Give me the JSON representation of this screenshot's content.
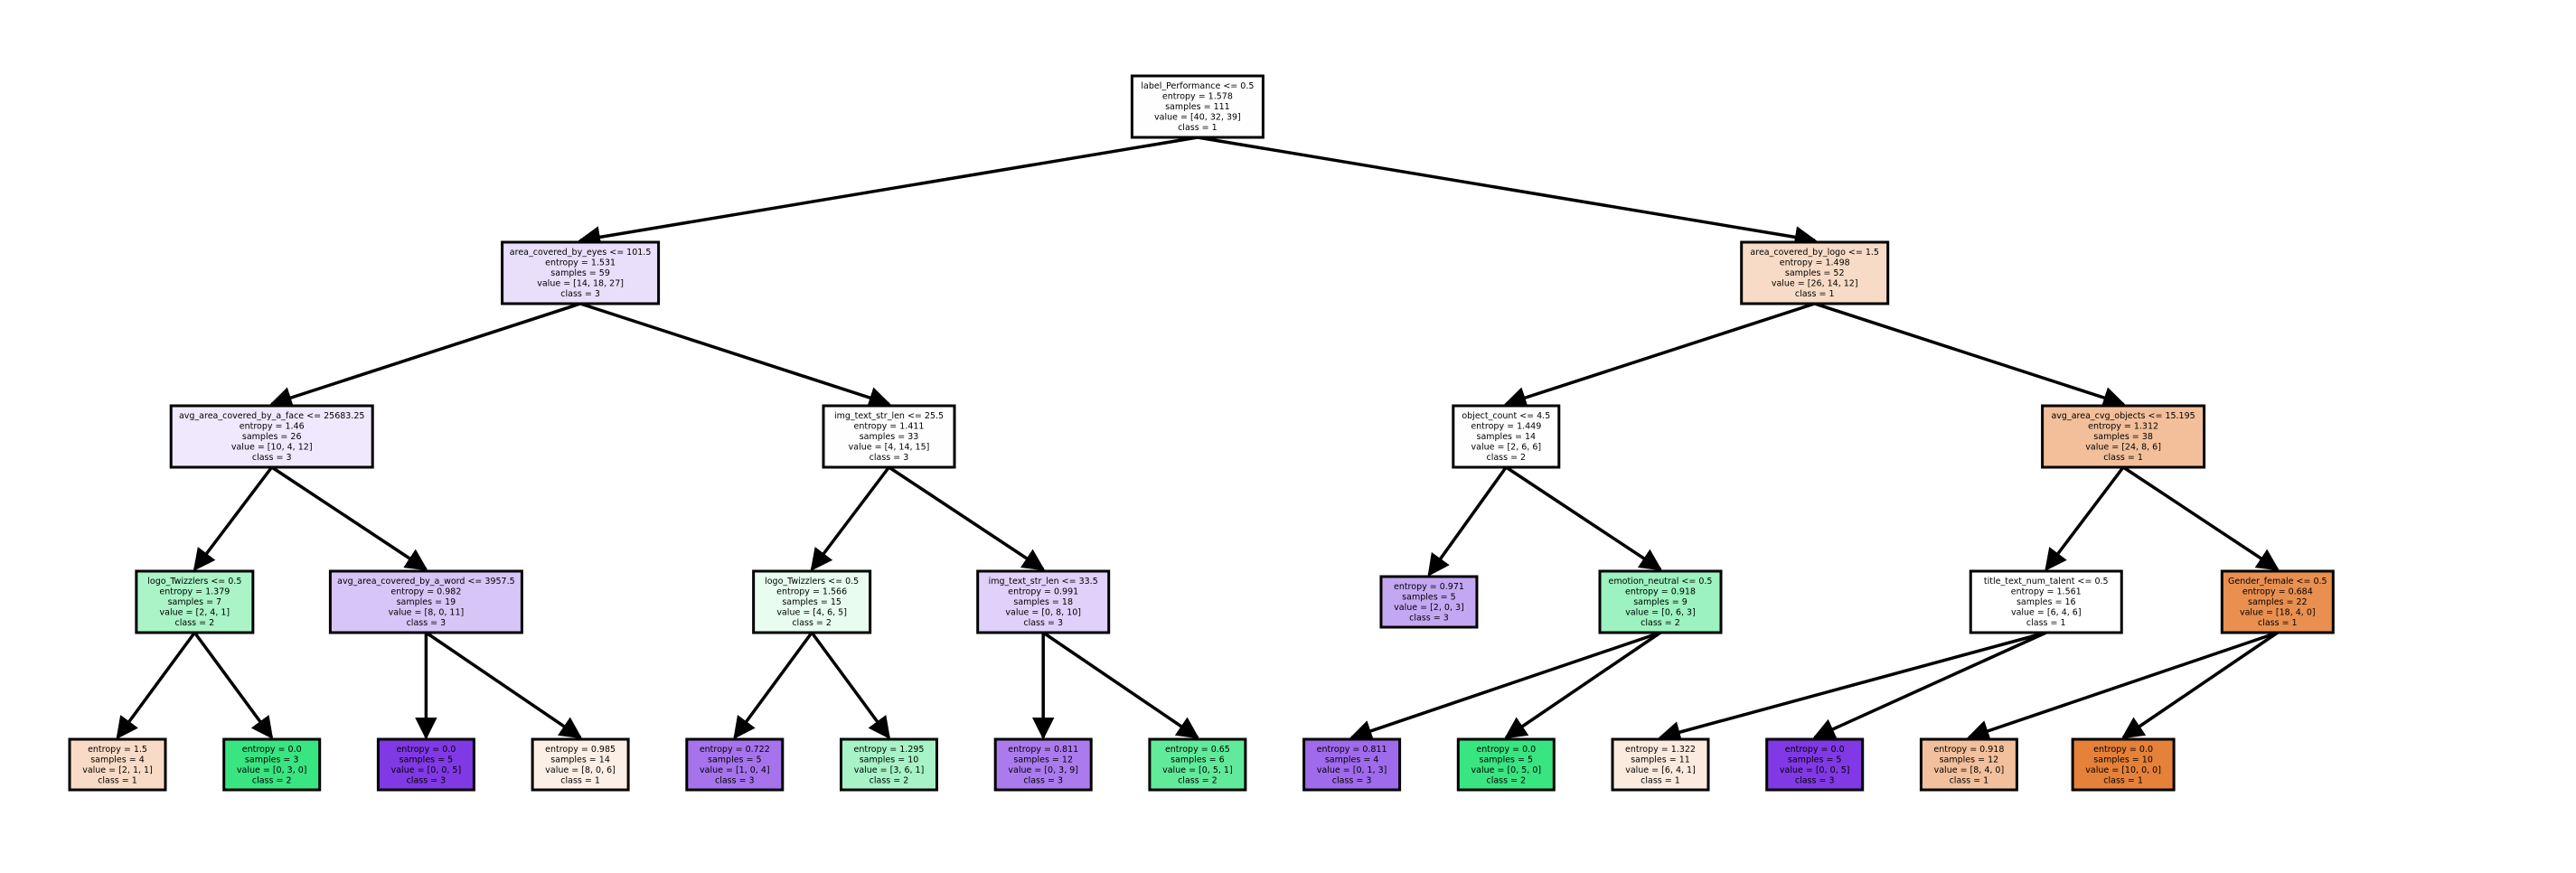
{
  "tree": {
    "nodes": [
      {
        "id": "n0",
        "depth": 0,
        "pos": 7,
        "fill": "#fefefe",
        "lines": [
          "label_Performance <= 0.5",
          "entropy = 1.578",
          "samples = 111",
          "value = [40, 32, 39]",
          "class = 1"
        ]
      },
      {
        "id": "n1",
        "depth": 1,
        "pos": 3,
        "fill": "#e9dffb",
        "lines": [
          "area_covered_by_eyes <= 101.5",
          "entropy = 1.531",
          "samples = 59",
          "value = [14, 18, 27]",
          "class = 3"
        ]
      },
      {
        "id": "n2",
        "depth": 1,
        "pos": 11,
        "fill": "#f8dbc6",
        "lines": [
          "area_covered_by_logo <= 1.5",
          "entropy = 1.498",
          "samples = 52",
          "value = [26, 14, 12]",
          "class = 1"
        ]
      },
      {
        "id": "n3",
        "depth": 2,
        "pos": 1,
        "fill": "#f0e8fc",
        "lines": [
          "avg_area_covered_by_a_face <= 25683.25",
          "entropy = 1.46",
          "samples = 26",
          "value = [10, 4, 12]",
          "class = 3"
        ]
      },
      {
        "id": "n4",
        "depth": 2,
        "pos": 5,
        "fill": "#fefeff",
        "lines": [
          "img_text_str_len <= 25.5",
          "entropy = 1.411",
          "samples = 33",
          "value = [4, 14, 15]",
          "class = 3"
        ]
      },
      {
        "id": "n5",
        "depth": 2,
        "pos": 9,
        "fill": "#fefefe",
        "lines": [
          "object_count <= 4.5",
          "entropy = 1.449",
          "samples = 14",
          "value = [2, 6, 6]",
          "class = 2"
        ]
      },
      {
        "id": "n6",
        "depth": 2,
        "pos": 13,
        "fill": "#f2bf9a",
        "lines": [
          "avg_area_cvg_objects <= 15.195",
          "entropy = 1.312",
          "samples = 38",
          "value = [24, 8, 6]",
          "class = 1"
        ]
      },
      {
        "id": "n7",
        "depth": 3,
        "pos": 0.5,
        "fill": "#aaf4c8",
        "lines": [
          "logo_Twizzlers <= 0.5",
          "entropy = 1.379",
          "samples = 7",
          "value = [2, 4, 1]",
          "class = 2"
        ]
      },
      {
        "id": "n8",
        "depth": 3,
        "pos": 2,
        "fill": "#d7c5f7",
        "lines": [
          "avg_area_covered_by_a_word <= 3957.5",
          "entropy = 0.982",
          "samples = 19",
          "value = [8, 0, 11]",
          "class = 3"
        ]
      },
      {
        "id": "n9",
        "depth": 3,
        "pos": 4.5,
        "fill": "#e8fcf0",
        "lines": [
          "logo_Twizzlers <= 0.5",
          "entropy = 1.566",
          "samples = 15",
          "value = [4, 6, 5]",
          "class = 2"
        ]
      },
      {
        "id": "n10",
        "depth": 3,
        "pos": 6,
        "fill": "#dfd1f9",
        "lines": [
          "img_text_str_len <= 33.5",
          "entropy = 0.991",
          "samples = 18",
          "value = [0, 8, 10]",
          "class = 3"
        ]
      },
      {
        "id": "n11",
        "depth": 3,
        "pos": 8.5,
        "fill": "#c4a7f3",
        "lines": [
          "entropy = 0.971",
          "samples = 5",
          "value = [2, 0, 3]",
          "class = 3"
        ]
      },
      {
        "id": "n12",
        "depth": 3,
        "pos": 10,
        "fill": "#9cf2c0",
        "lines": [
          "emotion_neutral <= 0.5",
          "entropy = 0.918",
          "samples = 9",
          "value = [0, 6, 3]",
          "class = 2"
        ]
      },
      {
        "id": "n13",
        "depth": 3,
        "pos": 12.5,
        "fill": "#ffffff",
        "lines": [
          "title_text_num_talent <= 0.5",
          "entropy = 1.561",
          "samples = 16",
          "value = [6, 4, 6]",
          "class = 1"
        ]
      },
      {
        "id": "n14",
        "depth": 3,
        "pos": 14,
        "fill": "#e99050",
        "lines": [
          "Gender_female <= 0.5",
          "entropy = 0.684",
          "samples = 22",
          "value = [18, 4, 0]",
          "class = 1"
        ]
      },
      {
        "id": "n15",
        "depth": 4,
        "pos": 0,
        "fill": "#f8dbc6",
        "lines": [
          "entropy = 1.5",
          "samples = 4",
          "value = [2, 1, 1]",
          "class = 1"
        ]
      },
      {
        "id": "n16",
        "depth": 4,
        "pos": 1,
        "fill": "#39e581",
        "lines": [
          "entropy = 0.0",
          "samples = 3",
          "value = [0, 3, 0]",
          "class = 2"
        ]
      },
      {
        "id": "n17",
        "depth": 4,
        "pos": 2,
        "fill": "#8139e5",
        "lines": [
          "entropy = 0.0",
          "samples = 5",
          "value = [0, 0, 5]",
          "class = 3"
        ]
      },
      {
        "id": "n18",
        "depth": 4,
        "pos": 3,
        "fill": "#fcefe6",
        "lines": [
          "entropy = 0.985",
          "samples = 14",
          "value = [8, 0, 6]",
          "class = 1"
        ]
      },
      {
        "id": "n19",
        "depth": 4,
        "pos": 4,
        "fill": "#a673ed",
        "lines": [
          "entropy = 0.722",
          "samples = 5",
          "value = [1, 0, 4]",
          "class = 3"
        ]
      },
      {
        "id": "n20",
        "depth": 4,
        "pos": 5,
        "fill": "#a7f3c7",
        "lines": [
          "entropy = 1.295",
          "samples = 10",
          "value = [3, 6, 1]",
          "class = 2"
        ]
      },
      {
        "id": "n21",
        "depth": 4,
        "pos": 6,
        "fill": "#ab7bee",
        "lines": [
          "entropy = 0.811",
          "samples = 12",
          "value = [0, 3, 9]",
          "class = 3"
        ]
      },
      {
        "id": "n22",
        "depth": 4,
        "pos": 7,
        "fill": "#61ea9a",
        "lines": [
          "entropy = 0.65",
          "samples = 6",
          "value = [0, 5, 1]",
          "class = 2"
        ]
      },
      {
        "id": "n23",
        "depth": 4,
        "pos": 8,
        "fill": "#a06aec",
        "lines": [
          "entropy = 0.811",
          "samples = 4",
          "value = [0, 1, 3]",
          "class = 3"
        ]
      },
      {
        "id": "n24",
        "depth": 4,
        "pos": 9,
        "fill": "#39e581",
        "lines": [
          "entropy = 0.0",
          "samples = 5",
          "value = [0, 5, 0]",
          "class = 2"
        ]
      },
      {
        "id": "n25",
        "depth": 4,
        "pos": 10,
        "fill": "#fbeade",
        "lines": [
          "entropy = 1.322",
          "samples = 11",
          "value = [6, 4, 1]",
          "class = 1"
        ]
      },
      {
        "id": "n26",
        "depth": 4,
        "pos": 11,
        "fill": "#8139e5",
        "lines": [
          "entropy = 0.0",
          "samples = 5",
          "value = [0, 0, 5]",
          "class = 3"
        ]
      },
      {
        "id": "n27",
        "depth": 4,
        "pos": 12,
        "fill": "#f2c09c",
        "lines": [
          "entropy = 0.918",
          "samples = 12",
          "value = [8, 4, 0]",
          "class = 1"
        ]
      },
      {
        "id": "n28",
        "depth": 4,
        "pos": 13,
        "fill": "#e58139",
        "lines": [
          "entropy = 0.0",
          "samples = 10",
          "value = [10, 0, 0]",
          "class = 1"
        ]
      }
    ],
    "edges": [
      [
        "n0",
        "n1"
      ],
      [
        "n0",
        "n2"
      ],
      [
        "n1",
        "n3"
      ],
      [
        "n1",
        "n4"
      ],
      [
        "n2",
        "n5"
      ],
      [
        "n2",
        "n6"
      ],
      [
        "n3",
        "n7"
      ],
      [
        "n3",
        "n8"
      ],
      [
        "n4",
        "n9"
      ],
      [
        "n4",
        "n10"
      ],
      [
        "n5",
        "n11"
      ],
      [
        "n5",
        "n12"
      ],
      [
        "n6",
        "n13"
      ],
      [
        "n6",
        "n14"
      ],
      [
        "n7",
        "n15"
      ],
      [
        "n7",
        "n16"
      ],
      [
        "n8",
        "n17"
      ],
      [
        "n8",
        "n18"
      ],
      [
        "n9",
        "n19"
      ],
      [
        "n9",
        "n20"
      ],
      [
        "n10",
        "n21"
      ],
      [
        "n10",
        "n22"
      ],
      [
        "n12",
        "n23"
      ],
      [
        "n12",
        "n24"
      ],
      [
        "n13",
        "n25"
      ],
      [
        "n13",
        "n26"
      ],
      [
        "n14",
        "n27"
      ],
      [
        "n14",
        "n28"
      ]
    ]
  }
}
